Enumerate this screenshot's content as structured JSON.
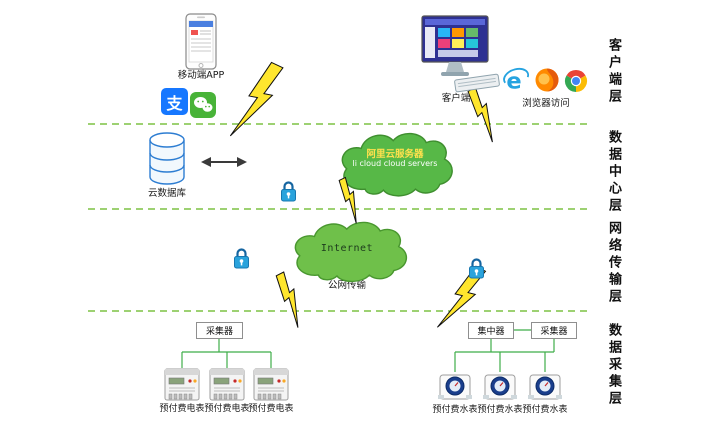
{
  "layers": {
    "client": "客户端层",
    "datacenter": "数据中心层",
    "network": "网络传输层",
    "collection": "数据采集层"
  },
  "client_layer": {
    "mobile_app": "移动端APP",
    "alipay_char": "支",
    "client": "客户端",
    "browser": "浏览器访问"
  },
  "datacenter_layer": {
    "cloud_db": "云数据库",
    "ali_cloud_line1": "阿里云服务器",
    "ali_cloud_line2": "li cloud  cloud servers"
  },
  "network_layer": {
    "internet": "Internet",
    "public_net": "公网传输"
  },
  "collection_layer": {
    "collector_left": "采集器",
    "concentrator": "集中器",
    "collector_right": "采集器",
    "electric_meters": [
      "预付费电表",
      "预付费电表",
      "预付费电表"
    ],
    "water_meters": [
      "预付费水表",
      "预付费水表",
      "预付费水表"
    ]
  },
  "colors": {
    "ali_cloud": "#57b847",
    "internet_cloud": "#6fc04a",
    "dashed_separator": "#7dc243",
    "connector_green": "#3fae49",
    "lightning_yellow": "#ffe62e",
    "lock_blue": "#2aa3dc"
  }
}
